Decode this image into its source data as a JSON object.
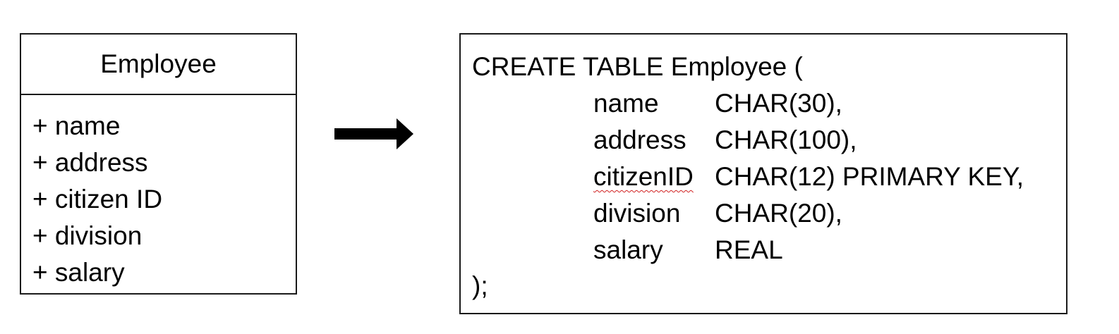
{
  "uml": {
    "class_name": "Employee",
    "attributes": [
      "+ name",
      "+ address",
      "+ citizen ID",
      "+ division",
      "+ salary"
    ]
  },
  "arrow": {
    "color": "#000000",
    "direction": "right"
  },
  "sql": {
    "open": "CREATE TABLE Employee (",
    "columns": [
      {
        "name": "name",
        "type": "CHAR(30),"
      },
      {
        "name": "address",
        "type": "CHAR(100),"
      },
      {
        "name": "citizenID",
        "type": "CHAR(12) PRIMARY KEY,",
        "spellcheck_underline": true
      },
      {
        "name": "division",
        "type": "CHAR(20),"
      },
      {
        "name": "salary",
        "type": "REAL"
      }
    ],
    "close": ");"
  }
}
